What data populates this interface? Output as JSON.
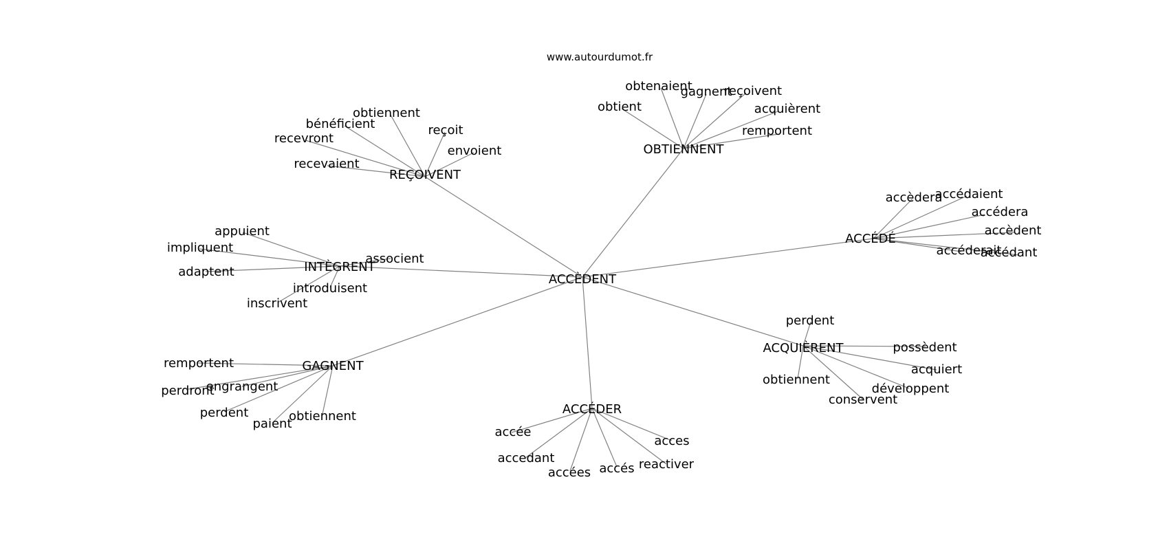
{
  "site": "www.autourdumot.fr",
  "center": "ACCÈDENT",
  "clusters": [
    {
      "hub": "REÇOIVENT",
      "leaves": [
        "obtiennent",
        "bénéficient",
        "recevront",
        "recevaient",
        "reçoit",
        "envoient"
      ]
    },
    {
      "hub": "OBTIENNENT",
      "leaves": [
        "obtenaient",
        "obtient",
        "gagnent",
        "reçoivent",
        "acquièrent",
        "remportent"
      ]
    },
    {
      "hub": "ACCÉDÉ",
      "leaves": [
        "accèdera",
        "accédaient",
        "accédera",
        "accèdent",
        "accéderait",
        "accédant"
      ]
    },
    {
      "hub": "INTÈGRENT",
      "leaves": [
        "appuient",
        "impliquent",
        "adaptent",
        "associent",
        "introduisent",
        "inscrivent"
      ]
    },
    {
      "hub": "ACQUIÈRENT",
      "leaves": [
        "perdent",
        "possèdent",
        "acquiert",
        "obtiennent",
        "développent",
        "conservent"
      ]
    },
    {
      "hub": "GAGNENT",
      "leaves": [
        "remportent",
        "engrangent",
        "perdront",
        "perdent",
        "paient",
        "obtiennent"
      ]
    },
    {
      "hub": "ACCÉDER",
      "leaves": [
        "accée",
        "accedant",
        "accées",
        "accés",
        "acces",
        "reactiver"
      ]
    }
  ]
}
